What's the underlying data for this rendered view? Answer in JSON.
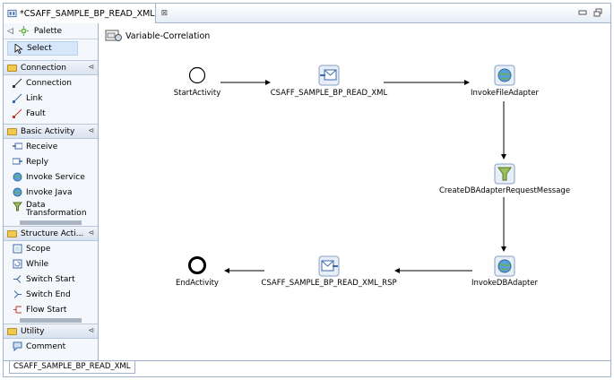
{
  "editor": {
    "tab_title": "*CSAFF_SAMPLE_BP_READ_XML",
    "bottom_tab": "CSAFF_SAMPLE_BP_READ_XML"
  },
  "palette": {
    "title": "Palette",
    "select_label": "Select",
    "drawers": [
      {
        "title": "Connection",
        "items": [
          "Connection",
          "Link",
          "Fault"
        ]
      },
      {
        "title": "Basic Activity",
        "items": [
          "Receive",
          "Reply",
          "Invoke Service",
          "Invoke Java",
          "Data Transformation"
        ]
      },
      {
        "title": "Structure Acti...",
        "items": [
          "Scope",
          "While",
          "Switch Start",
          "Switch End",
          "Flow Start"
        ]
      },
      {
        "title": "Utility",
        "items": [
          "Comment"
        ]
      }
    ]
  },
  "canvas": {
    "variable_correlation": "Variable-Correlation",
    "nodes": {
      "start": "StartActivity",
      "receive": "CSAFF_SAMPLE_BP_READ_XML",
      "invoke_file": "InvokeFileAdapter",
      "create_msg": "CreateDBAdapterRequestMessage",
      "invoke_db": "InvokeDBAdapter",
      "reply": "CSAFF_SAMPLE_BP_READ_XML_RSP",
      "end": "EndActivity"
    }
  },
  "colors": {
    "border": "#9fb3cc",
    "palette_bg": "#f4f7fb",
    "selected_bg": "#d6e6fb",
    "folder": "#f2c94c"
  },
  "icons": {
    "tab": "process-icon",
    "palette": "palette-icon",
    "drawer": "folder-icon",
    "receive_node": "envelope-in-icon",
    "invoke_node": "globe-icon",
    "data_node": "funnel-icon",
    "reply_node": "envelope-out-icon"
  }
}
